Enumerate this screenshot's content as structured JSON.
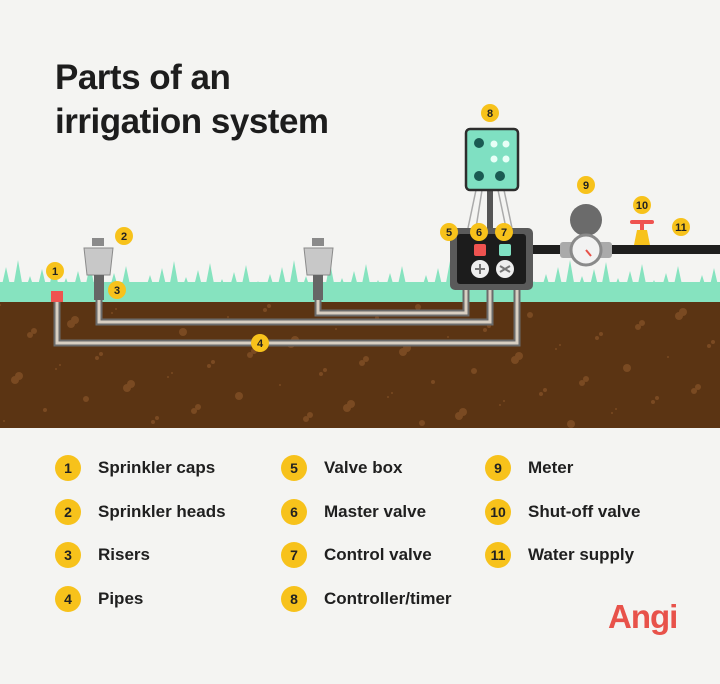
{
  "title": {
    "line1": "Parts of an",
    "line2": "irrigation system"
  },
  "callouts": [
    "1",
    "2",
    "3",
    "4",
    "5",
    "6",
    "7",
    "8",
    "9",
    "10",
    "11"
  ],
  "legend": [
    {
      "num": "1",
      "label": "Sprinkler caps"
    },
    {
      "num": "2",
      "label": "Sprinkler heads"
    },
    {
      "num": "3",
      "label": "Risers"
    },
    {
      "num": "4",
      "label": "Pipes"
    },
    {
      "num": "5",
      "label": "Valve box"
    },
    {
      "num": "6",
      "label": "Master valve"
    },
    {
      "num": "7",
      "label": "Control valve"
    },
    {
      "num": "8",
      "label": "Controller/timer"
    },
    {
      "num": "9",
      "label": "Meter"
    },
    {
      "num": "10",
      "label": "Shut-off valve"
    },
    {
      "num": "11",
      "label": "Water supply"
    }
  ],
  "logo": "Angi",
  "colors": {
    "badge": "#f7c21b",
    "grass": "#86e3bf",
    "soil": "#5b3413",
    "brand": "#e8524a"
  }
}
